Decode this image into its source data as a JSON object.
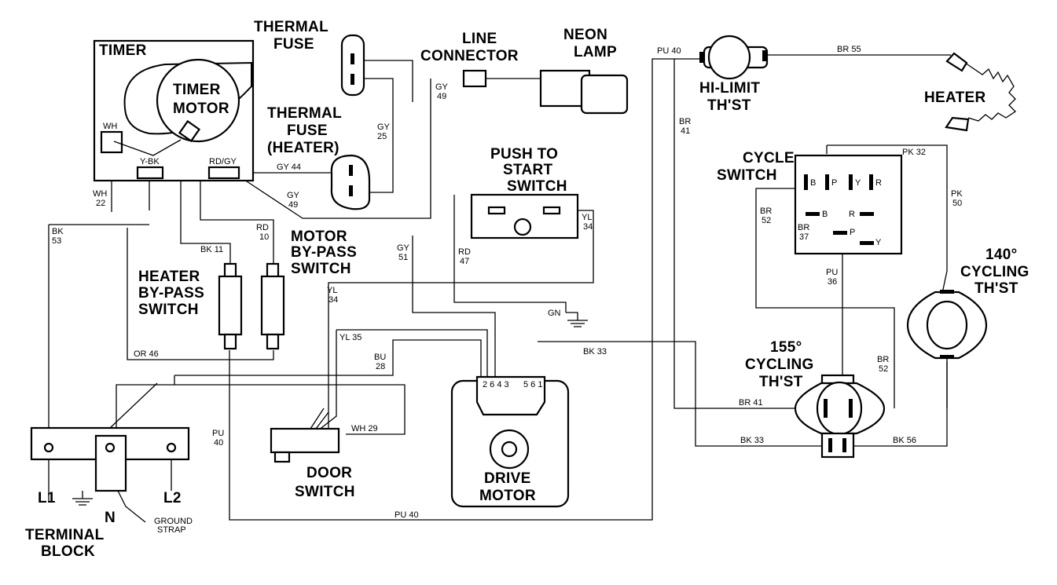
{
  "labels": {
    "timer": "TIMER",
    "timer_motor_1": "TIMER",
    "timer_motor_2": "MOTOR",
    "thermal_fuse_1": "THERMAL",
    "thermal_fuse_2": "FUSE",
    "thermal_fuse_heater_1": "THERMAL",
    "thermal_fuse_heater_2": "FUSE",
    "thermal_fuse_heater_3": "(HEATER)",
    "line_connector_1": "LINE",
    "line_connector_2": "CONNECTOR",
    "neon_lamp_1": "NEON",
    "neon_lamp_2": "LAMP",
    "hi_limit_1": "HI-LIMIT",
    "hi_limit_2": "TH'ST",
    "heater": "HEATER",
    "cycle_switch_1": "CYCLE",
    "cycle_switch_2": "SWITCH",
    "push_to_start_1": "PUSH TO",
    "push_to_start_2": "START",
    "push_to_start_3": "SWITCH",
    "motor_bypass_1": "MOTOR",
    "motor_bypass_2": "BY-PASS",
    "motor_bypass_3": "SWITCH",
    "heater_bypass_1": "HEATER",
    "heater_bypass_2": "BY-PASS",
    "heater_bypass_3": "SWITCH",
    "cycling_140_1": "140°",
    "cycling_140_2": "CYCLING",
    "cycling_140_3": "TH'ST",
    "cycling_155_1": "155°",
    "cycling_155_2": "CYCLING",
    "cycling_155_3": "TH'ST",
    "door_switch_1": "DOOR",
    "door_switch_2": "SWITCH",
    "drive_motor_1": "DRIVE",
    "drive_motor_2": "MOTOR",
    "terminal_block_1": "TERMINAL",
    "terminal_block_2": "BLOCK",
    "l1": "L1",
    "l2": "L2",
    "n": "N",
    "ground_strap_1": "GROUND",
    "ground_strap_2": "STRAP"
  },
  "terminals": {
    "wh": "WH",
    "y_bk": "Y-BK",
    "rd_gy": "RD/GY",
    "cs_b": "B",
    "cs_p": "P",
    "cs_y": "Y",
    "cs_r": "R",
    "cs_b2": "B",
    "cs_r2": "R",
    "cs_p2": "P",
    "cs_y2": "Y",
    "motor_pins": "2 6 4 3",
    "motor_pins2": "5 6 1",
    "gn": "GN"
  },
  "wires": {
    "wh22_a": "WH",
    "wh22_b": "22",
    "bk53_a": "BK",
    "bk53_b": "53",
    "gy44": "GY 44",
    "gy25_a": "GY",
    "gy25_b": "25",
    "gy49_top_a": "GY",
    "gy49_top_b": "49",
    "gy49_a": "GY",
    "gy49_b": "49",
    "rd10_a": "RD",
    "rd10_b": "10",
    "bk11": "BK 11",
    "gy51_a": "GY",
    "gy51_b": "51",
    "rd47_a": "RD",
    "rd47_b": "47",
    "yl34_push_a": "YL",
    "yl34_push_b": "34",
    "yl34_a": "YL",
    "yl34_b": "34",
    "or46": "OR 46",
    "yl35": "YL 35",
    "bu28_a": "BU",
    "bu28_b": "28",
    "wh29": "WH 29",
    "pu40_a": "PU",
    "pu40_b": "40",
    "pu40_bottom": "PU 40",
    "pu40_top": "PU 40",
    "br55": "BR 55",
    "br41_a": "BR",
    "br41_b": "41",
    "br41_h": "BR 41",
    "pk32": "PK 32",
    "pk50_a": "PK",
    "pk50_b": "50",
    "br52_a": "BR",
    "br52_b": "52",
    "br37_a": "BR",
    "br37_b": "37",
    "pu36_a": "PU",
    "pu36_b": "36",
    "bk33": "BK 33",
    "bk33_bottom": "BK 33",
    "br52r_a": "BR",
    "br52r_b": "52",
    "bk56": "BK 56"
  }
}
